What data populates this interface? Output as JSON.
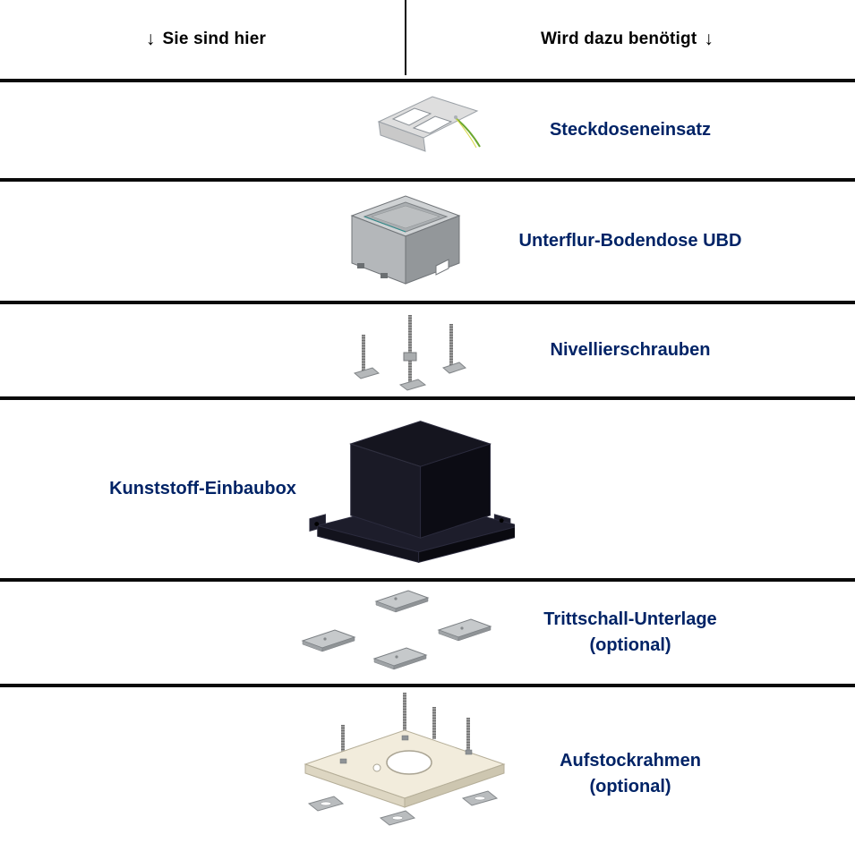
{
  "header": {
    "down_arrow": "↓",
    "left_label": "Sie sind hier",
    "right_label": "Wird dazu benötigt"
  },
  "rows": [
    {
      "label": "Steckdoseneinsatz"
    },
    {
      "label": "Unterflur-Bodendose UBD"
    },
    {
      "label": "Nivellierschrauben"
    },
    {
      "label": "Kunststoff-Einbaubox"
    },
    {
      "label": "Trittschall-Unterlage",
      "label2": "(optional)"
    },
    {
      "label": "Aufstockrahmen",
      "label2": "(optional)"
    }
  ],
  "images": [
    {
      "name": "Steckdoseneinsatz product photo"
    },
    {
      "name": "Unterflur-Bodendose UBD product photo"
    },
    {
      "name": "Nivellierschrauben product photo"
    },
    {
      "name": "Kunststoff-Einbaubox product photo"
    },
    {
      "name": "Trittschall-Unterlage product photo"
    },
    {
      "name": "Aufstockrahmen product photo"
    }
  ],
  "colors": {
    "background": "#ffffff",
    "header_text": "#000000",
    "label_text": "#002366",
    "divider": "#0a0a0a"
  }
}
